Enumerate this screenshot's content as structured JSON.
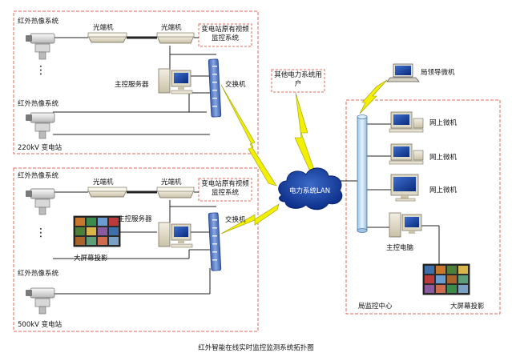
{
  "labels": {
    "ir_camera": "红外热像系统",
    "optical_transceiver": "光端机",
    "substation_original_video": "变电站原有视频监控系统",
    "main_server": "主控服务器",
    "switch": "交换机",
    "substation_220kv": "220kV 变电站",
    "substation_500kv": "500kV 变电站",
    "large_screen": "大屏幕投影",
    "other_users": "其他电力系统用户",
    "power_lan": "电力系统LAN",
    "bureau_pc": "局领导微机",
    "online_pc": "网上微机",
    "main_pc": "主控电脑",
    "monitor_center": "局监控中心",
    "ellipsis": "⋮"
  },
  "caption": "红外智能在线实时监控监测系统拓扑图",
  "colors": {
    "frame": "#e06a5a",
    "lightning": "#f2f000",
    "lightning_edge": "#9a9a00",
    "switch_blue": "#5a7fc8",
    "lan_blue": "#b9d9ee"
  }
}
